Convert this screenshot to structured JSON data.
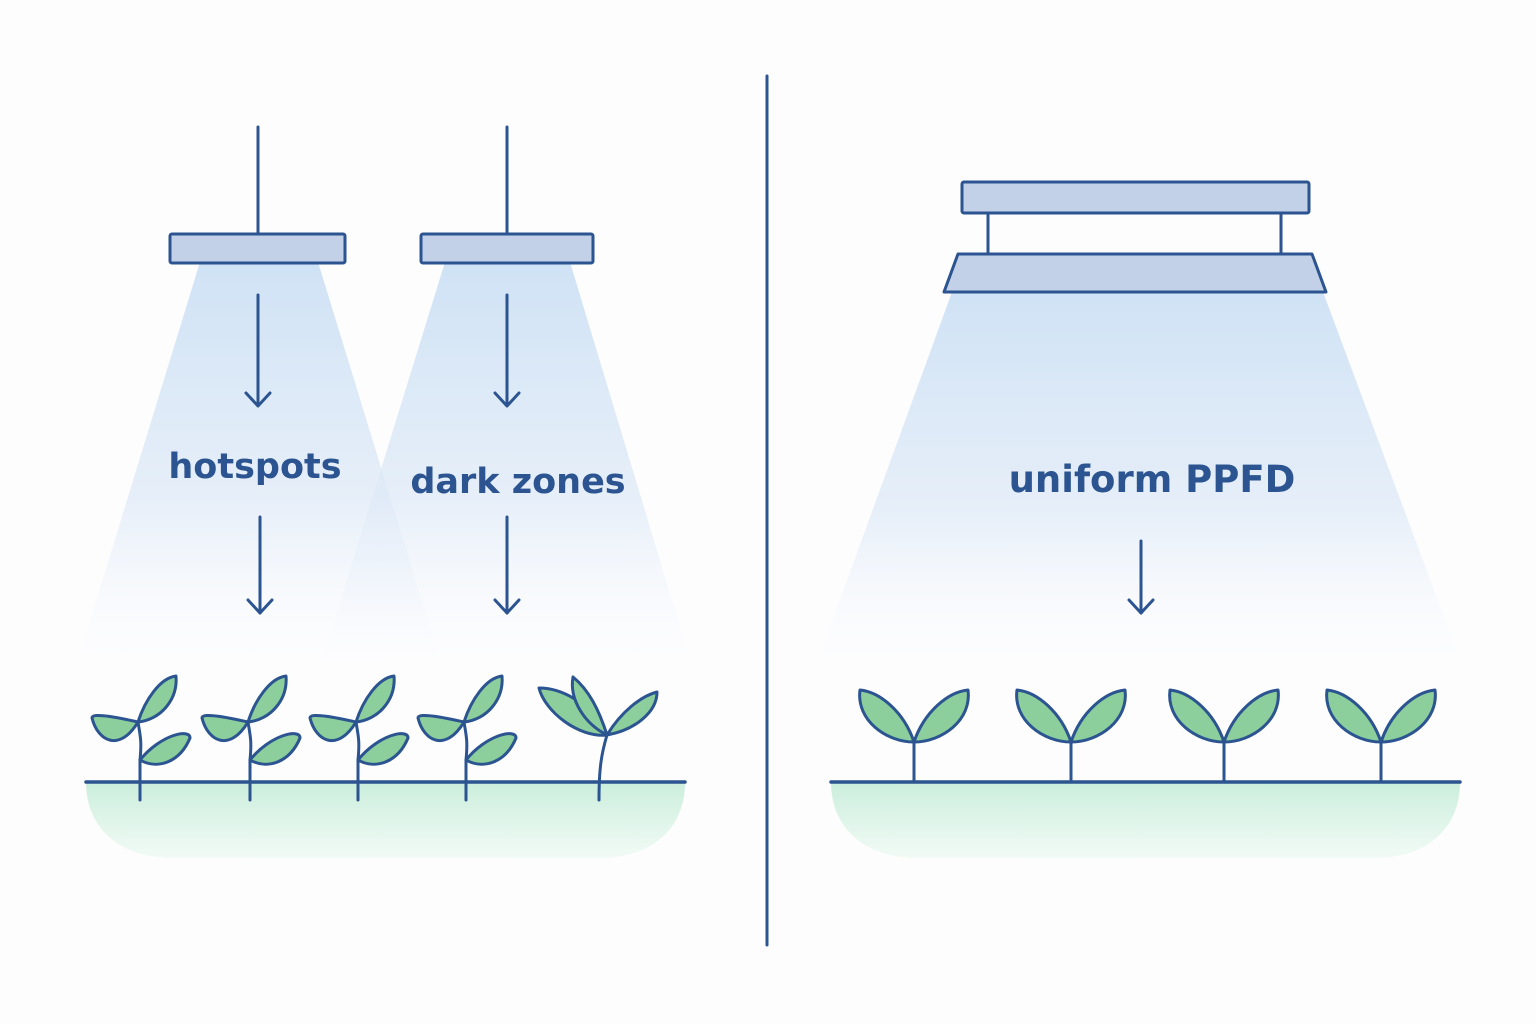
{
  "labels": {
    "hotspots": "hotspots",
    "dark_zones": "dark zones",
    "uniform": "uniform PPFD"
  },
  "colors": {
    "stroke": "#2b5490",
    "fixture_fill": "#c3d1e8",
    "beam": "#cfe2f5",
    "leaf": "#8ccf9c",
    "soil": "#d8f1e4",
    "background": "#fdfdfe"
  },
  "panels": [
    {
      "name": "spot-fixtures",
      "fixture_count": 2,
      "plant_count": 5
    },
    {
      "name": "uniform-fixture",
      "fixture_count": 1,
      "plant_count": 4
    }
  ]
}
